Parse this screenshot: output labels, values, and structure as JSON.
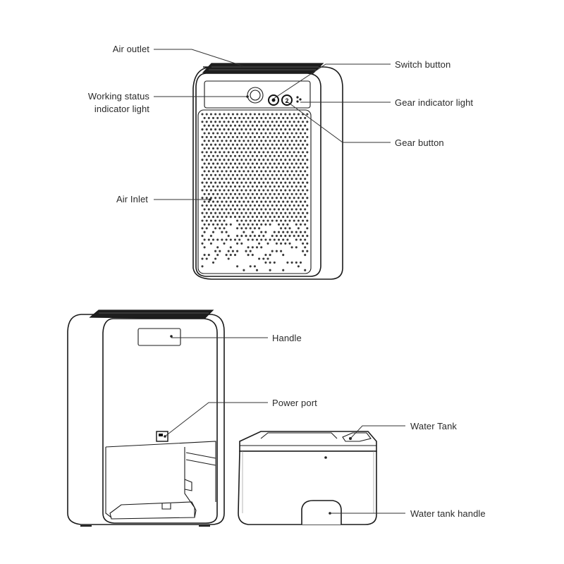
{
  "labels": {
    "air_outlet": "Air outlet",
    "working_status": "Working status",
    "indicator_light": "indicator light",
    "air_inlet": "Air Inlet",
    "switch_button": "Switch button",
    "gear_indicator_light": "Gear indicator light",
    "gear_button": "Gear button",
    "handle": "Handle",
    "power_port": "Power port",
    "water_tank": "Water Tank",
    "water_tank_handle": "Water tank handle"
  }
}
